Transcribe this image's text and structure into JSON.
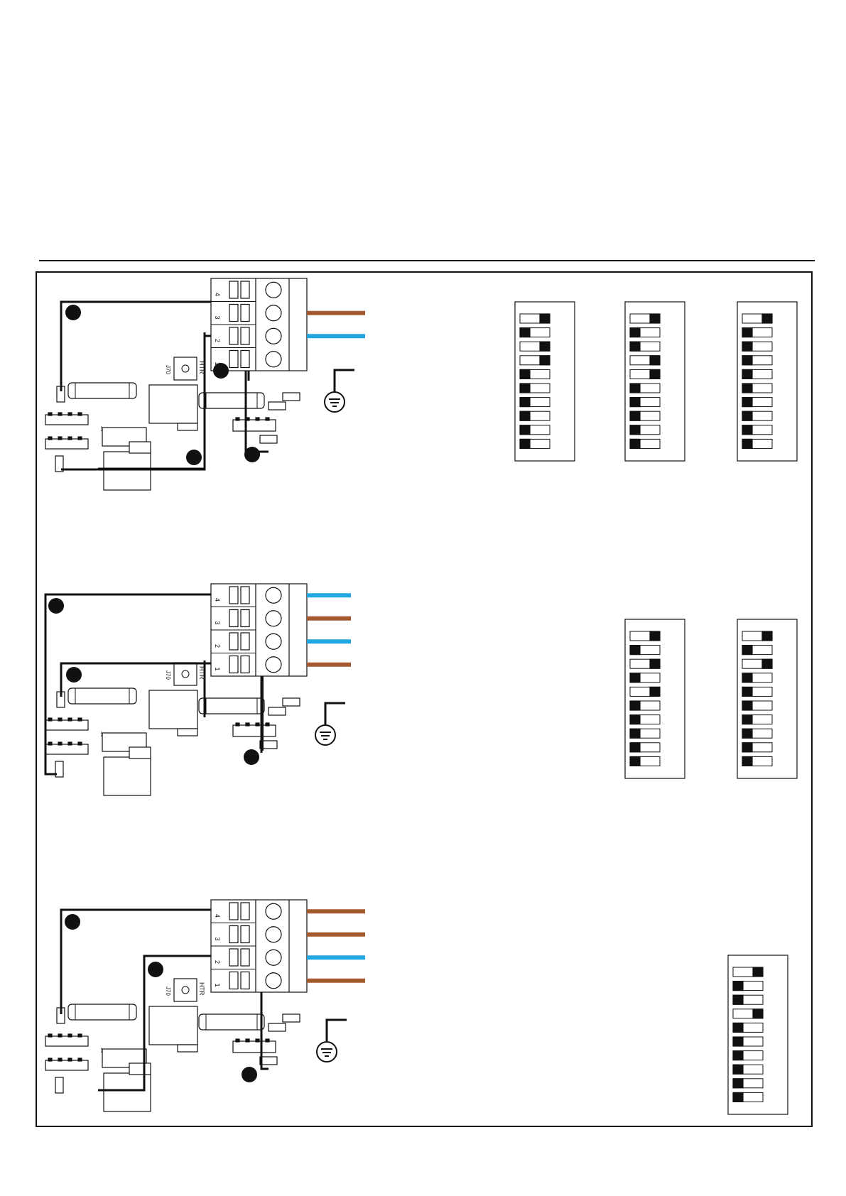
{
  "colors": {
    "line": "#111111",
    "brown": "#a35a30",
    "blue": "#22a7e0",
    "switch_on": "#111111",
    "switch_off": "#ffffff"
  },
  "labels": {
    "j70": "J70",
    "htr": "HTR",
    "j4": "J4"
  },
  "panels": [
    {
      "terminal_numbers": [
        "4",
        "3",
        "2",
        "1"
      ],
      "wires": [
        "none",
        "brown",
        "blue",
        "none"
      ],
      "dip_banks": [
        [
          1,
          0,
          1,
          1,
          0,
          0,
          0,
          0,
          0,
          0
        ],
        [
          1,
          0,
          0,
          1,
          1,
          0,
          0,
          0,
          0,
          0
        ],
        [
          1,
          0,
          0,
          0,
          0,
          0,
          0,
          0,
          0,
          0
        ]
      ]
    },
    {
      "terminal_numbers": [
        "4",
        "3",
        "2",
        "1"
      ],
      "wires": [
        "blue",
        "brown",
        "blue",
        "brown"
      ],
      "dip_banks": [
        [
          1,
          0,
          1,
          0,
          1,
          0,
          0,
          0,
          0,
          0
        ],
        [
          1,
          0,
          1,
          0,
          0,
          0,
          0,
          0,
          0,
          0
        ]
      ]
    },
    {
      "terminal_numbers": [
        "4",
        "3",
        "2",
        "1"
      ],
      "wires": [
        "brown",
        "brown",
        "blue",
        "brown"
      ],
      "dip_banks": [
        [
          1,
          0,
          0,
          1,
          0,
          0,
          0,
          0,
          0,
          0
        ]
      ]
    }
  ]
}
